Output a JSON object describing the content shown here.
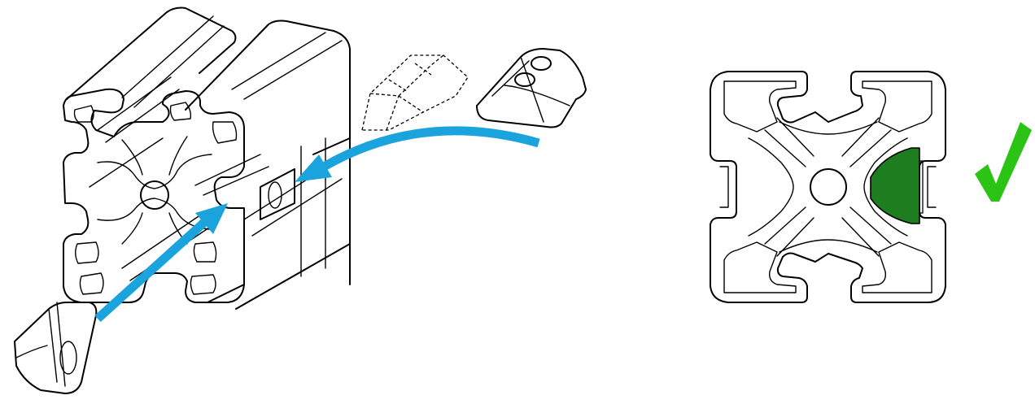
{
  "figure": {
    "description_items": [
      {
        "name": "t-slot-profile-isometric",
        "icon": "aluminum-extrusion-profile"
      },
      {
        "name": "t-nut-front",
        "icon": "slot-nut"
      },
      {
        "name": "t-nut-dashed-position",
        "icon": "slot-nut-outline"
      },
      {
        "name": "t-nut-rotate-in",
        "icon": "slot-nut"
      },
      {
        "name": "profile-cross-section",
        "icon": "extrusion-cross-section"
      },
      {
        "name": "inserted-nut-highlight",
        "icon": "slot-nut-section"
      },
      {
        "name": "confirmation-checkmark",
        "icon": "check-icon"
      }
    ],
    "colors": {
      "line": "#000000",
      "arrow": "#1aa3dc",
      "nut_fill": "#1e7d1e",
      "check": "#2bc414",
      "background": "#ffffff"
    }
  }
}
